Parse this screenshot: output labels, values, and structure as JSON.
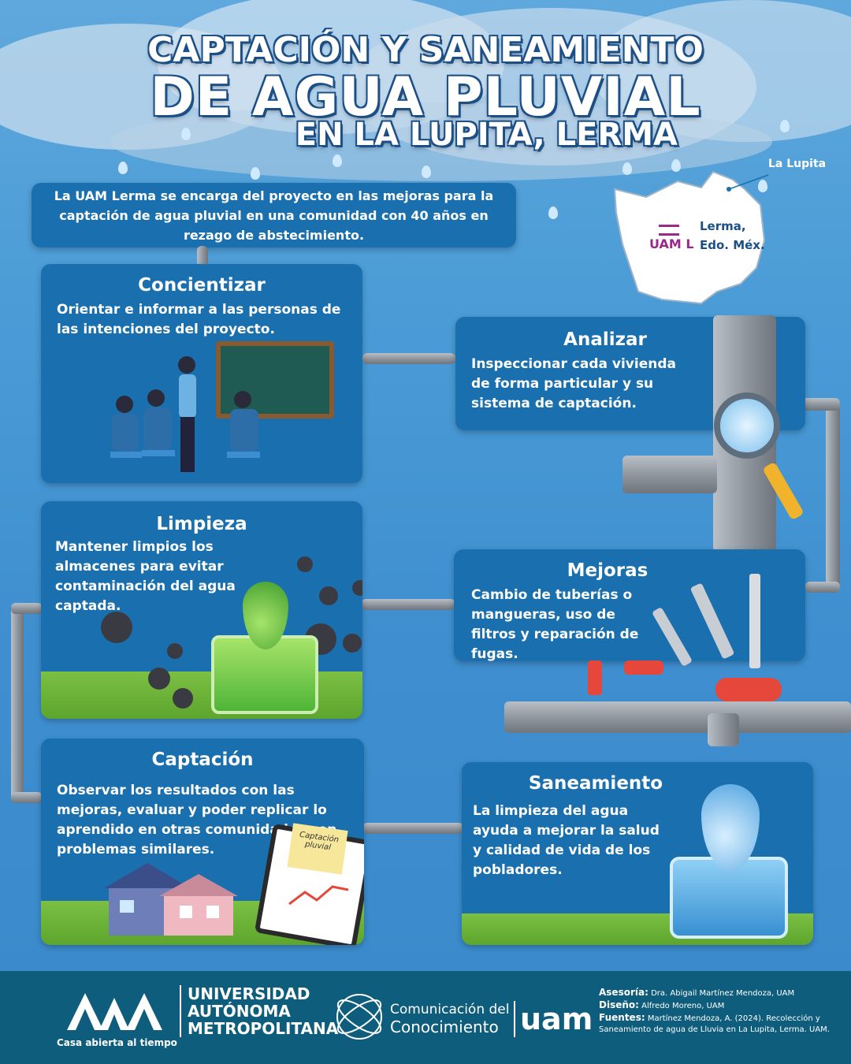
{
  "title": {
    "line1": "CAPTACIÓN Y SANEAMIENTO",
    "line2": "DE AGUA PLUVIAL",
    "line3": "EN LA LUPITA, LERMA"
  },
  "intro": "La UAM Lerma se encarga del proyecto en las mejoras para la captación de agua pluvial en una comunidad con 40 años en rezago de abstecimiento.",
  "map": {
    "place": "La Lupita",
    "uam": "UAM L",
    "region_line1": "Lerma,",
    "region_line2": "Edo. Méx."
  },
  "steps": {
    "concientizar": {
      "title": "Concientizar",
      "text": "Orientar e informar a las personas de las intenciones del proyecto."
    },
    "analizar": {
      "title": "Analizar",
      "text": "Inspeccionar cada vivienda de forma particular y su sistema de captación."
    },
    "limpieza": {
      "title": "Limpieza",
      "text": "Mantener limpios los almacenes para evitar contaminación del agua captada."
    },
    "mejoras": {
      "title": "Mejoras",
      "text": "Cambio de tuberías o mangueras, uso de filtros y reparación de fugas."
    },
    "captacion": {
      "title": "Captación",
      "text": "Observar los resultados con las mejoras, evaluar y poder replicar lo aprendido en otras comunidades con problemas similares.",
      "note": "Captación pluvial"
    },
    "saneamiento": {
      "title": "Saneamiento",
      "text": "La limpieza del agua ayuda a mejorar la salud y calidad de vida de los pobladores."
    }
  },
  "footer": {
    "uni_line1": "UNIVERSIDAD",
    "uni_line2": "AUTÓNOMA",
    "uni_line3": "METROPOLITANA",
    "motto": "Casa abierta al tiempo",
    "cc_line1": "Comunicación del",
    "cc_line2": "Conocimiento",
    "cc_brand": "uam",
    "asesoria_label": "Asesoría:",
    "asesoria_value": "Dra. Abigail Martínez Mendoza, UAM",
    "diseno_label": "Diseño:",
    "diseno_value": "Alfredo Moreno, UAM",
    "fuentes_label": "Fuentes:",
    "fuentes_value": "Martínez Mendoza, A. (2024). Recolección y Saneamiento de agua de Lluvia en La Lupita, Lerma. UAM."
  },
  "colors": {
    "box": "#1a6fae",
    "footer": "#0f5d7c",
    "uam_purple": "#9a2a8a",
    "valve_red": "#e5483a"
  }
}
